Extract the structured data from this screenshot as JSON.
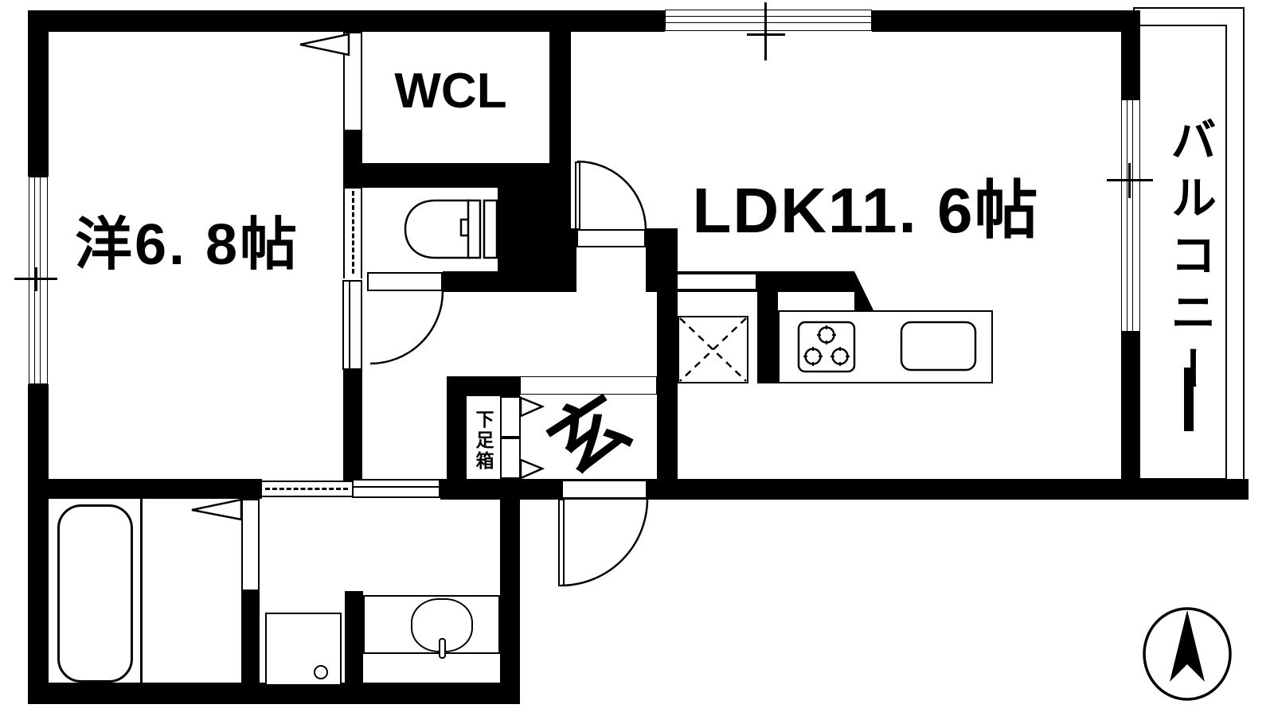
{
  "floorplan": {
    "type": "apartment-1LDK",
    "rooms": {
      "western_room": {
        "label": "洋6. 8帖"
      },
      "ldk": {
        "label": "LDK11. 6帖"
      },
      "wcl": {
        "label": "WCL"
      },
      "genkan": {
        "label": "玄"
      },
      "shoe_box": {
        "label": "下足箱"
      },
      "balcony": {
        "label": "バルコニー"
      }
    },
    "colors": {
      "wall": "#000000",
      "floor": "#ffffff",
      "line": "#000000"
    },
    "compass": {
      "orientation": "north-up"
    }
  }
}
